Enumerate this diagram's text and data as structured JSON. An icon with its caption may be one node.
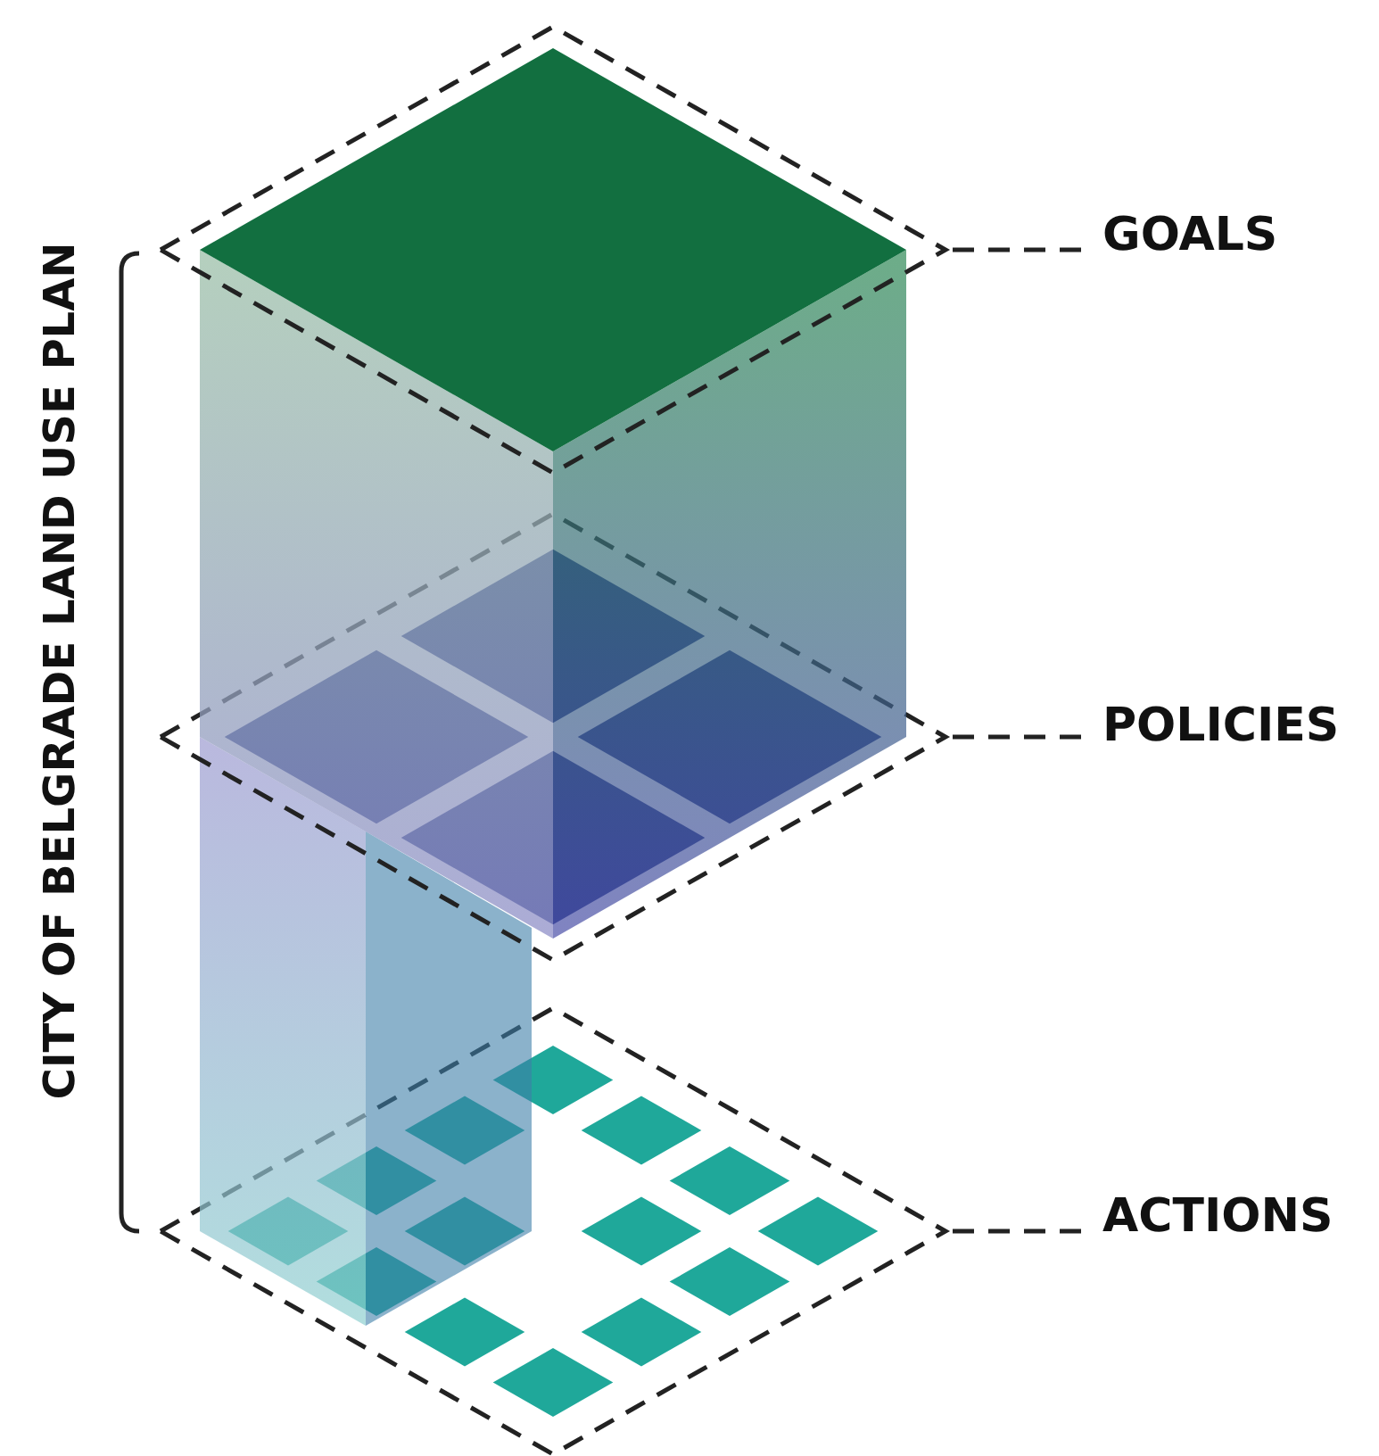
{
  "diagram": {
    "nodes": [
      {
        "text": [
          "GOALS"
        ]
      },
      {
        "text": [],
        "shape": "diamond"
      },
      {
        "text": [
          "POLICIES"
        ]
      },
      {
        "text": [],
        "shape": "diamond"
      },
      {
        "text": [
          "ACTIONS"
        ]
      },
      {
        "text": [],
        "shape": "diamond"
      }
    ],
    "edges": [
      {
        "from": 0,
        "to": 1,
        "arrow": "none",
        "style": "dashed"
      },
      {
        "from": 2,
        "to": 3,
        "arrow": "none",
        "style": "dashed"
      },
      {
        "from": 4,
        "to": 5,
        "arrow": "none",
        "style": "dashed"
      }
    ],
    "labels": [
      "CITY OF BELGRADE LAND USE PLAN"
    ]
  }
}
